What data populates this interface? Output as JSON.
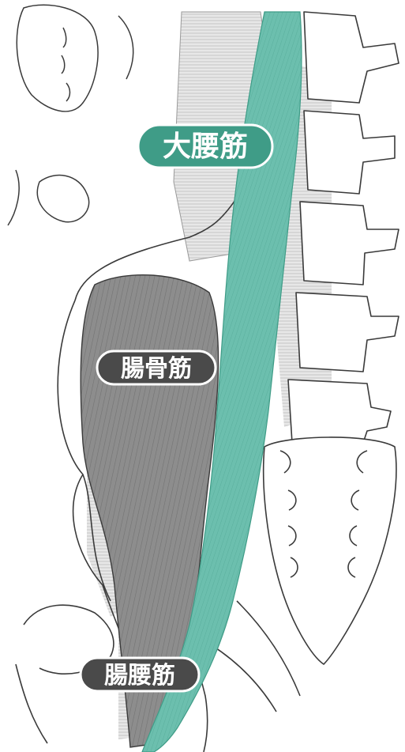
{
  "labels": {
    "psoas_major": "大腰筋",
    "iliacus": "腸骨筋",
    "iliopsoas": "腸腰筋"
  },
  "colors": {
    "psoas_fill": "#6cbfae",
    "psoas_label_bg": "#3f9c87",
    "iliacus_fill": "#8a8a8a",
    "iliacus_label_bg": "#4a4a4a",
    "iliopsoas_label_bg": "#4a4a4a",
    "bone_outline": "#3a3a3a",
    "hatch_gray": "#b5b5b5"
  }
}
